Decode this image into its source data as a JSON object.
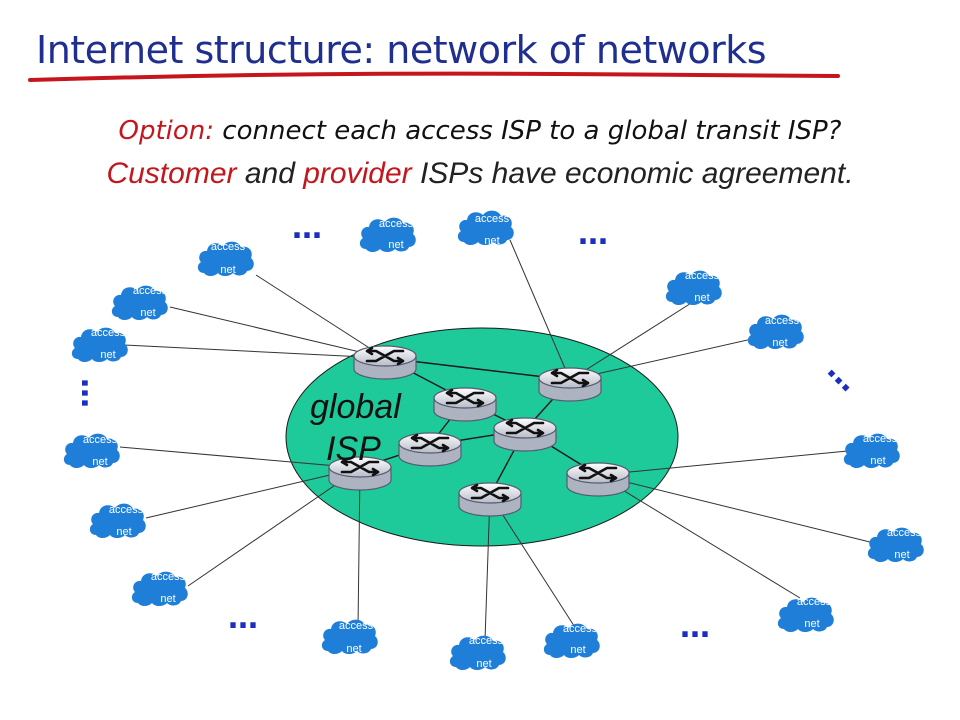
{
  "title": "Internet structure: network of networks",
  "subtitle": {
    "option_label": "Option:",
    "option_text": " connect each access ISP to a global transit ISP?",
    "customer": "Customer",
    "mid": " and ",
    "provider": "provider",
    "rest": " ISPs have economic agreement."
  },
  "core": {
    "label_line1": "global",
    "label_line2": "ISP"
  },
  "access_label_1": "access",
  "access_label_2": "net",
  "ellipsis": "…",
  "colors": {
    "title": "#1f2f8f",
    "underline": "#c4161c",
    "core": "#1ec99a",
    "cloud": "#1f7fd8",
    "accent": "#c4161c",
    "ellipsis": "#1a2fbf"
  }
}
